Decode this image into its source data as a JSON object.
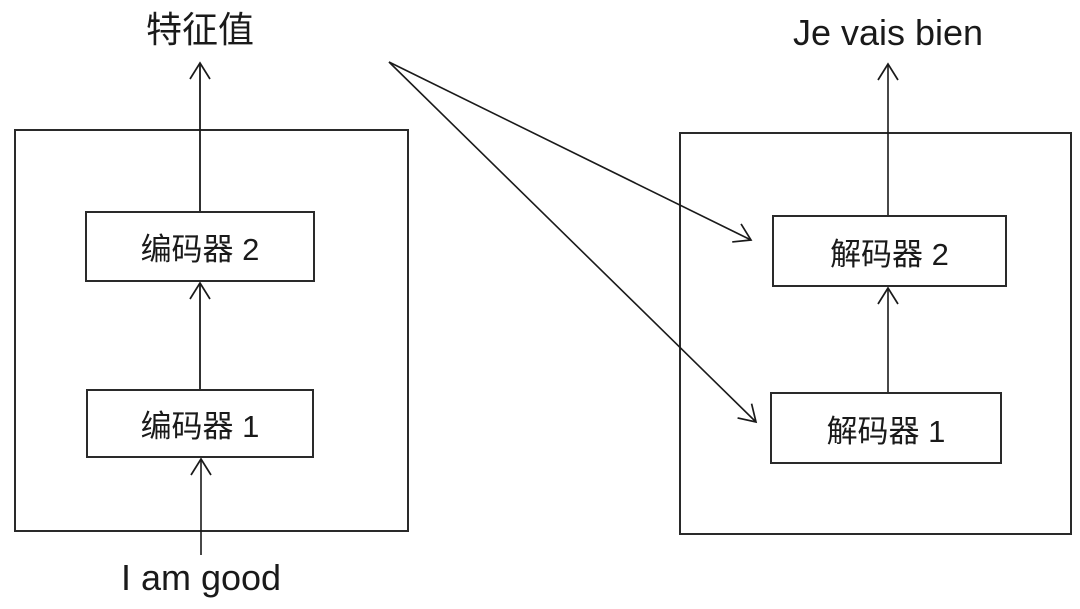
{
  "diagram": {
    "kind": "seq2seq-encoder-decoder",
    "labels": {
      "feature_value": "特征值",
      "source_sentence": "I am good",
      "target_sentence": "Je vais bien"
    },
    "encoders": [
      {
        "label": "编码器 1"
      },
      {
        "label": "编码器 2"
      }
    ],
    "decoders": [
      {
        "label": "解码器 1"
      },
      {
        "label": "解码器 2"
      }
    ],
    "colors": {
      "line": "#1a1a1a",
      "background": "#ffffff",
      "box_fill": "#ffffff"
    }
  }
}
